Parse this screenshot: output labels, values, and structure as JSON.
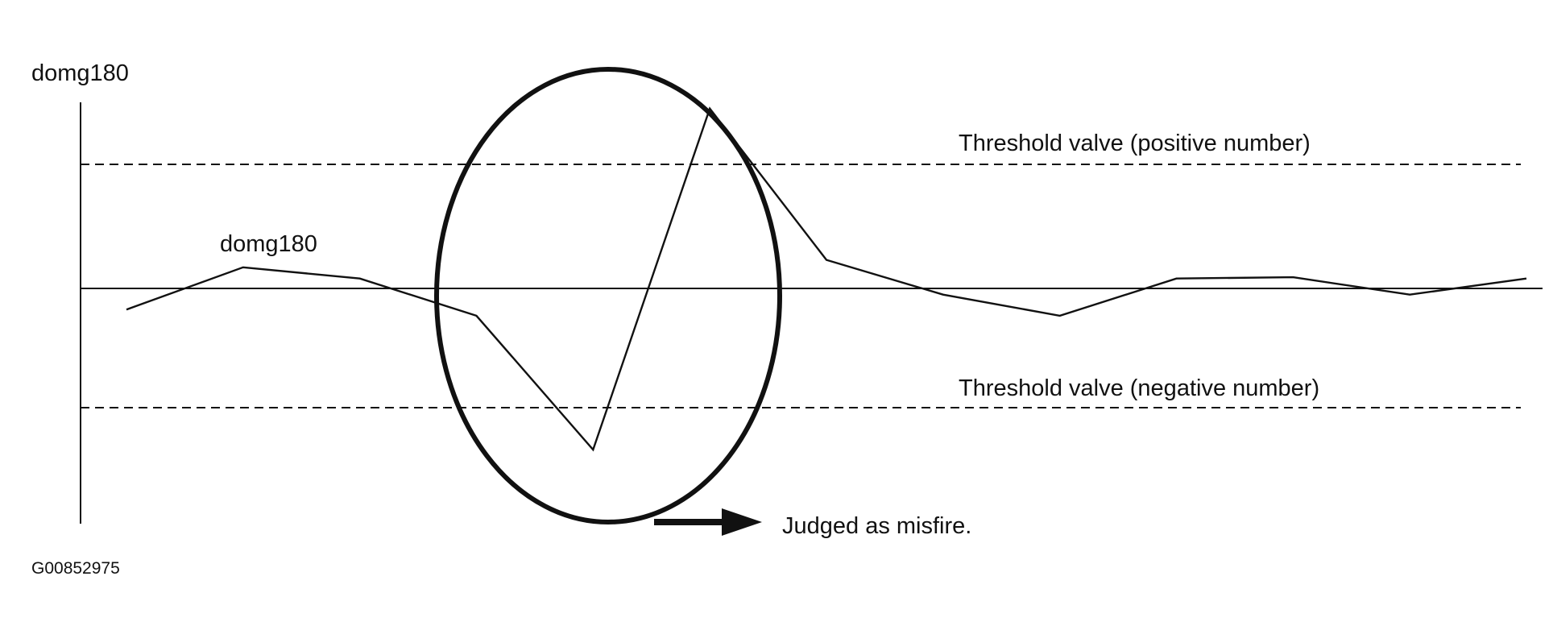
{
  "axis_label": "domg180",
  "signal_label": "domg180",
  "threshold_positive_label": "Threshold valve (positive number)",
  "threshold_negative_label": "Threshold valve (negative number)",
  "judgment_label": "Judged as misfire.",
  "figure_id": "G00852975",
  "colors": {
    "ink": "#111111",
    "background": "#ffffff"
  },
  "signal": {
    "samples": [
      -0.17,
      0.17,
      0.08,
      -0.22,
      -1.3,
      1.45,
      0.23,
      -0.05,
      -0.22,
      0.08,
      0.09,
      -0.05,
      0.08
    ],
    "threshold_positive": 1.0,
    "threshold_negative": -1.0
  }
}
